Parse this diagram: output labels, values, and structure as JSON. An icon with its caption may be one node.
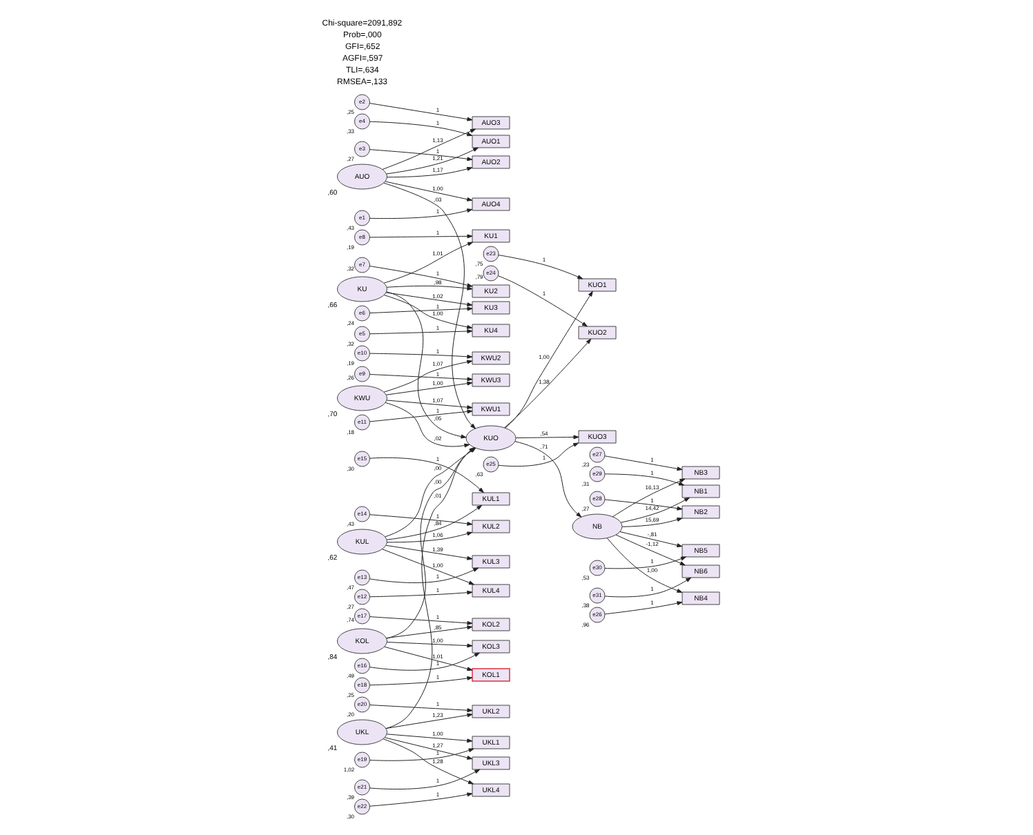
{
  "diagram": {
    "nodes": [
      {
        "text": [
          "e4"
        ],
        "beside": [
          ",33"
        ]
      },
      {
        "text": [
          "e3"
        ],
        "beside": [
          ",27"
        ]
      },
      {
        "text": [
          "e2"
        ],
        "beside": [
          ",25"
        ]
      },
      {
        "text": [
          "e1"
        ],
        "beside": [
          ",43"
        ]
      },
      {
        "text": [
          "AUO1"
        ]
      },
      {
        "text": [
          "AUO2"
        ]
      },
      {
        "text": [
          "AUO3"
        ]
      },
      {
        "text": [
          "AUO4"
        ]
      },
      {
        "text": [
          "AUO"
        ],
        "beside": [
          ",60"
        ]
      },
      {
        "text": [
          "e8"
        ],
        "beside": [
          ",19"
        ]
      },
      {
        "text": [
          "e7"
        ],
        "beside": [
          ",32"
        ]
      },
      {
        "text": [
          "e6"
        ],
        "beside": [
          ",24"
        ]
      },
      {
        "text": [
          "e5"
        ],
        "beside": [
          ",32"
        ]
      },
      {
        "text": [
          "KU1"
        ]
      },
      {
        "text": [
          "KU2"
        ]
      },
      {
        "text": [
          "KU3"
        ]
      },
      {
        "text": [
          "KU4"
        ]
      },
      {
        "text": [
          "KU"
        ],
        "beside": [
          ",66"
        ]
      },
      {
        "text": [
          "e11"
        ],
        "beside": [
          ",18"
        ]
      },
      {
        "text": [
          "e10"
        ],
        "beside": [
          ",19"
        ]
      },
      {
        "text": [
          "e9"
        ],
        "beside": [
          ",26"
        ]
      },
      {
        "text": [
          "KWU1"
        ]
      },
      {
        "text": [
          "KWU2"
        ]
      },
      {
        "text": [
          "KWU3"
        ]
      },
      {
        "text": [
          "KWU"
        ],
        "beside": [
          ",70"
        ]
      },
      {
        "text": [
          "e15"
        ],
        "beside": [
          ",30"
        ]
      },
      {
        "text": [
          "e14"
        ],
        "beside": [
          ",43"
        ]
      },
      {
        "text": [
          "e13"
        ],
        "beside": [
          ",47"
        ]
      },
      {
        "text": [
          "e12"
        ],
        "beside": [
          ",27"
        ]
      },
      {
        "text": [
          "KUL1"
        ]
      },
      {
        "text": [
          "KUL2"
        ]
      },
      {
        "text": [
          "KUL3"
        ]
      },
      {
        "text": [
          "KUL4"
        ]
      },
      {
        "text": [
          "KUL"
        ],
        "beside": [
          ",62"
        ]
      },
      {
        "text": [
          "e18"
        ],
        "beside": [
          ",25"
        ]
      },
      {
        "text": [
          "e17"
        ],
        "beside": [
          ",74"
        ]
      },
      {
        "text": [
          "e16"
        ],
        "beside": [
          ",49"
        ]
      },
      {
        "text": [
          "KOL1"
        ]
      },
      {
        "text": [
          "KOL2"
        ]
      },
      {
        "text": [
          "KOL3"
        ]
      },
      {
        "text": [
          "KOL"
        ],
        "beside": [
          ",84"
        ]
      },
      {
        "text": [
          "e19"
        ],
        "beside": [
          "1,02"
        ]
      },
      {
        "text": [
          "e20"
        ],
        "beside": [
          ",20"
        ]
      },
      {
        "text": [
          "e21"
        ],
        "beside": [
          ",39"
        ]
      },
      {
        "text": [
          "e22"
        ],
        "beside": [
          ",30"
        ]
      },
      {
        "text": [
          "UKL1"
        ]
      },
      {
        "text": [
          "UKL2"
        ]
      },
      {
        "text": [
          "UKL3"
        ]
      },
      {
        "text": [
          "UKL4"
        ]
      },
      {
        "text": [
          "UKL"
        ],
        "beside": [
          ",41"
        ]
      },
      {
        "text": [
          "KUO"
        ]
      },
      {
        "text": [
          "KUO1"
        ]
      },
      {
        "text": [
          "KUO2"
        ]
      },
      {
        "text": [
          "KUO3"
        ]
      },
      {
        "text": [
          "e23"
        ],
        "beside": [
          ",75"
        ]
      },
      {
        "text": [
          "e24"
        ],
        "beside": [
          ",79"
        ]
      },
      {
        "text": [
          "e25"
        ],
        "beside": [
          ",63"
        ]
      },
      {
        "text": [
          "NB"
        ]
      },
      {
        "text": [
          "NB1"
        ]
      },
      {
        "text": [
          "NB2"
        ]
      },
      {
        "text": [
          "NB3"
        ]
      },
      {
        "text": [
          "NB4"
        ]
      },
      {
        "text": [
          "NB5"
        ]
      },
      {
        "text": [
          "NB6"
        ]
      },
      {
        "text": [
          "e29"
        ],
        "beside": [
          ",31"
        ]
      },
      {
        "text": [
          "e28"
        ],
        "beside": [
          ",27"
        ]
      },
      {
        "text": [
          "e27"
        ],
        "beside": [
          ",23"
        ]
      },
      {
        "text": [
          "e26"
        ],
        "beside": [
          ",96"
        ]
      },
      {
        "text": [
          "e30"
        ],
        "beside": [
          ",53"
        ]
      },
      {
        "text": [
          "e31"
        ],
        "beside": [
          ",38"
        ]
      }
    ],
    "edges": [
      {
        "from": 0,
        "to": 4,
        "arrow": "to",
        "label": "1"
      },
      {
        "from": 1,
        "to": 5,
        "arrow": "to",
        "label": "1"
      },
      {
        "from": 2,
        "to": 6,
        "arrow": "to",
        "label": "1"
      },
      {
        "from": 3,
        "to": 7,
        "arrow": "to",
        "label": "1"
      },
      {
        "from": 8,
        "to": 4,
        "arrow": "to",
        "label": "1,21"
      },
      {
        "from": 8,
        "to": 5,
        "arrow": "to",
        "label": "1,17"
      },
      {
        "from": 8,
        "to": 6,
        "arrow": "to",
        "label": "1,13"
      },
      {
        "from": 8,
        "to": 7,
        "arrow": "to",
        "label": "1,00"
      },
      {
        "from": 9,
        "to": 13,
        "arrow": "to",
        "label": "1"
      },
      {
        "from": 10,
        "to": 14,
        "arrow": "to",
        "label": "1"
      },
      {
        "from": 11,
        "to": 15,
        "arrow": "to",
        "label": "1"
      },
      {
        "from": 12,
        "to": 16,
        "arrow": "to",
        "label": "1"
      },
      {
        "from": 17,
        "to": 13,
        "arrow": "to",
        "label": "1,01"
      },
      {
        "from": 17,
        "to": 14,
        "arrow": "to",
        "label": ",98"
      },
      {
        "from": 17,
        "to": 15,
        "arrow": "to",
        "label": "1,02"
      },
      {
        "from": 17,
        "to": 16,
        "arrow": "to",
        "label": "1,00"
      },
      {
        "from": 18,
        "to": 21,
        "arrow": "to",
        "label": "1"
      },
      {
        "from": 19,
        "to": 22,
        "arrow": "to",
        "label": "1"
      },
      {
        "from": 20,
        "to": 23,
        "arrow": "to",
        "label": "1"
      },
      {
        "from": 24,
        "to": 21,
        "arrow": "to",
        "label": "1,07"
      },
      {
        "from": 24,
        "to": 22,
        "arrow": "to",
        "label": "1,07"
      },
      {
        "from": 24,
        "to": 23,
        "arrow": "to",
        "label": "1,00"
      },
      {
        "from": 25,
        "to": 29,
        "arrow": "to",
        "label": "1"
      },
      {
        "from": 26,
        "to": 30,
        "arrow": "to",
        "label": "1"
      },
      {
        "from": 27,
        "to": 31,
        "arrow": "to",
        "label": "1"
      },
      {
        "from": 28,
        "to": 32,
        "arrow": "to",
        "label": "1"
      },
      {
        "from": 33,
        "to": 29,
        "arrow": "to",
        "label": ",84"
      },
      {
        "from": 33,
        "to": 30,
        "arrow": "to",
        "label": "1,06"
      },
      {
        "from": 33,
        "to": 31,
        "arrow": "to",
        "label": "1,39"
      },
      {
        "from": 33,
        "to": 32,
        "arrow": "to",
        "label": "1,00"
      },
      {
        "from": 34,
        "to": 37,
        "arrow": "to",
        "label": "1"
      },
      {
        "from": 35,
        "to": 38,
        "arrow": "to",
        "label": "1"
      },
      {
        "from": 36,
        "to": 39,
        "arrow": "to",
        "label": "1"
      },
      {
        "from": 40,
        "to": 37,
        "arrow": "to",
        "label": "1,01"
      },
      {
        "from": 40,
        "to": 38,
        "arrow": "to",
        "label": ",85"
      },
      {
        "from": 40,
        "to": 39,
        "arrow": "to",
        "label": "1,00"
      },
      {
        "from": 41,
        "to": 45,
        "arrow": "to",
        "label": "1"
      },
      {
        "from": 42,
        "to": 46,
        "arrow": "to",
        "label": "1"
      },
      {
        "from": 43,
        "to": 47,
        "arrow": "to",
        "label": "1"
      },
      {
        "from": 44,
        "to": 48,
        "arrow": "to",
        "label": "1"
      },
      {
        "from": 49,
        "to": 45,
        "arrow": "to",
        "label": "1,00"
      },
      {
        "from": 49,
        "to": 46,
        "arrow": "to",
        "label": "1,23"
      },
      {
        "from": 49,
        "to": 47,
        "arrow": "to",
        "label": "1,27"
      },
      {
        "from": 49,
        "to": 48,
        "arrow": "to",
        "label": "1,28"
      },
      {
        "from": 8,
        "to": 50,
        "arrow": "to",
        "label": ",03"
      },
      {
        "from": 17,
        "to": 50,
        "arrow": "to",
        "label": ",05"
      },
      {
        "from": 24,
        "to": 50,
        "arrow": "to",
        "label": ",02"
      },
      {
        "from": 33,
        "to": 50,
        "arrow": "to",
        "label": ",00"
      },
      {
        "from": 40,
        "to": 50,
        "arrow": "to",
        "label": ",00"
      },
      {
        "from": 49,
        "to": 50,
        "arrow": "to",
        "label": ",01"
      },
      {
        "from": 50,
        "to": 51,
        "arrow": "to",
        "label": "1,00"
      },
      {
        "from": 50,
        "to": 52,
        "arrow": "to",
        "label": "1,38"
      },
      {
        "from": 50,
        "to": 53,
        "arrow": "to",
        "label": ",54"
      },
      {
        "from": 54,
        "to": 51,
        "arrow": "to",
        "label": "1"
      },
      {
        "from": 55,
        "to": 52,
        "arrow": "to",
        "label": "1"
      },
      {
        "from": 56,
        "to": 53,
        "arrow": "to",
        "label": "1"
      },
      {
        "from": 50,
        "to": 57,
        "arrow": "to",
        "label": ",71"
      },
      {
        "from": 57,
        "to": 58,
        "arrow": "to",
        "label": "14,42"
      },
      {
        "from": 57,
        "to": 59,
        "arrow": "to",
        "label": "15,69"
      },
      {
        "from": 57,
        "to": 60,
        "arrow": "to",
        "label": "16,13"
      },
      {
        "from": 57,
        "to": 61,
        "arrow": "to",
        "label": "1,00"
      },
      {
        "from": 57,
        "to": 62,
        "arrow": "to",
        "label": "-,81"
      },
      {
        "from": 57,
        "to": 63,
        "arrow": "to",
        "label": "-1,12"
      },
      {
        "from": 64,
        "to": 58,
        "arrow": "to",
        "label": "1"
      },
      {
        "from": 65,
        "to": 59,
        "arrow": "to",
        "label": "1"
      },
      {
        "from": 66,
        "to": 60,
        "arrow": "to",
        "label": "1"
      },
      {
        "from": 67,
        "to": 61,
        "arrow": "to",
        "label": "1"
      },
      {
        "from": 68,
        "to": 62,
        "arrow": "to",
        "label": "1"
      },
      {
        "from": 69,
        "to": 63,
        "arrow": "to",
        "label": "1"
      }
    ],
    "labels": [
      "Chi-square=2091,892",
      "Prob=,000",
      "GFI=,652",
      "AGFI=,597",
      "TLI=,634",
      "RMSEA=,133"
    ]
  }
}
